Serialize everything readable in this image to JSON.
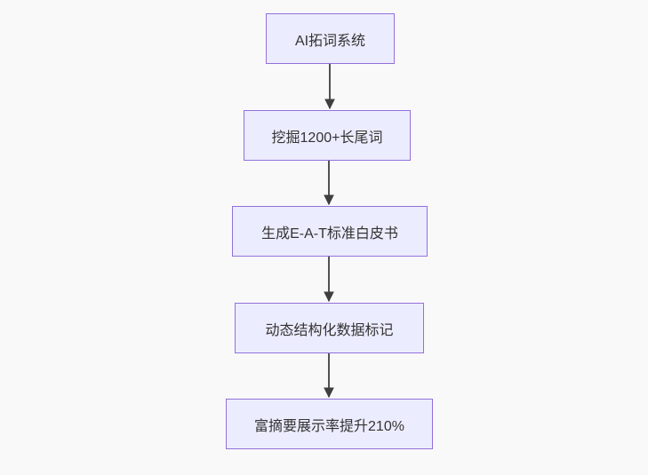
{
  "background_color": "#f9f9f9",
  "diagram": {
    "type": "flowchart",
    "direction": "top-down",
    "node_fill_color": "#ECECFF",
    "node_border_color": "#9370DB",
    "text_color": "#333333",
    "arrow_color": "#3f3f3f",
    "nodes": [
      {
        "label": "AI拓词系统"
      },
      {
        "label": "挖掘1200+长尾词"
      },
      {
        "label": "生成E-A-T标准白皮书"
      },
      {
        "label": "动态结构化数据标记"
      },
      {
        "label": "富摘要展示率提升210%"
      }
    ],
    "edges": [
      {
        "from": 0,
        "to": 1
      },
      {
        "from": 1,
        "to": 2
      },
      {
        "from": 2,
        "to": 3
      },
      {
        "from": 3,
        "to": 4
      }
    ]
  }
}
